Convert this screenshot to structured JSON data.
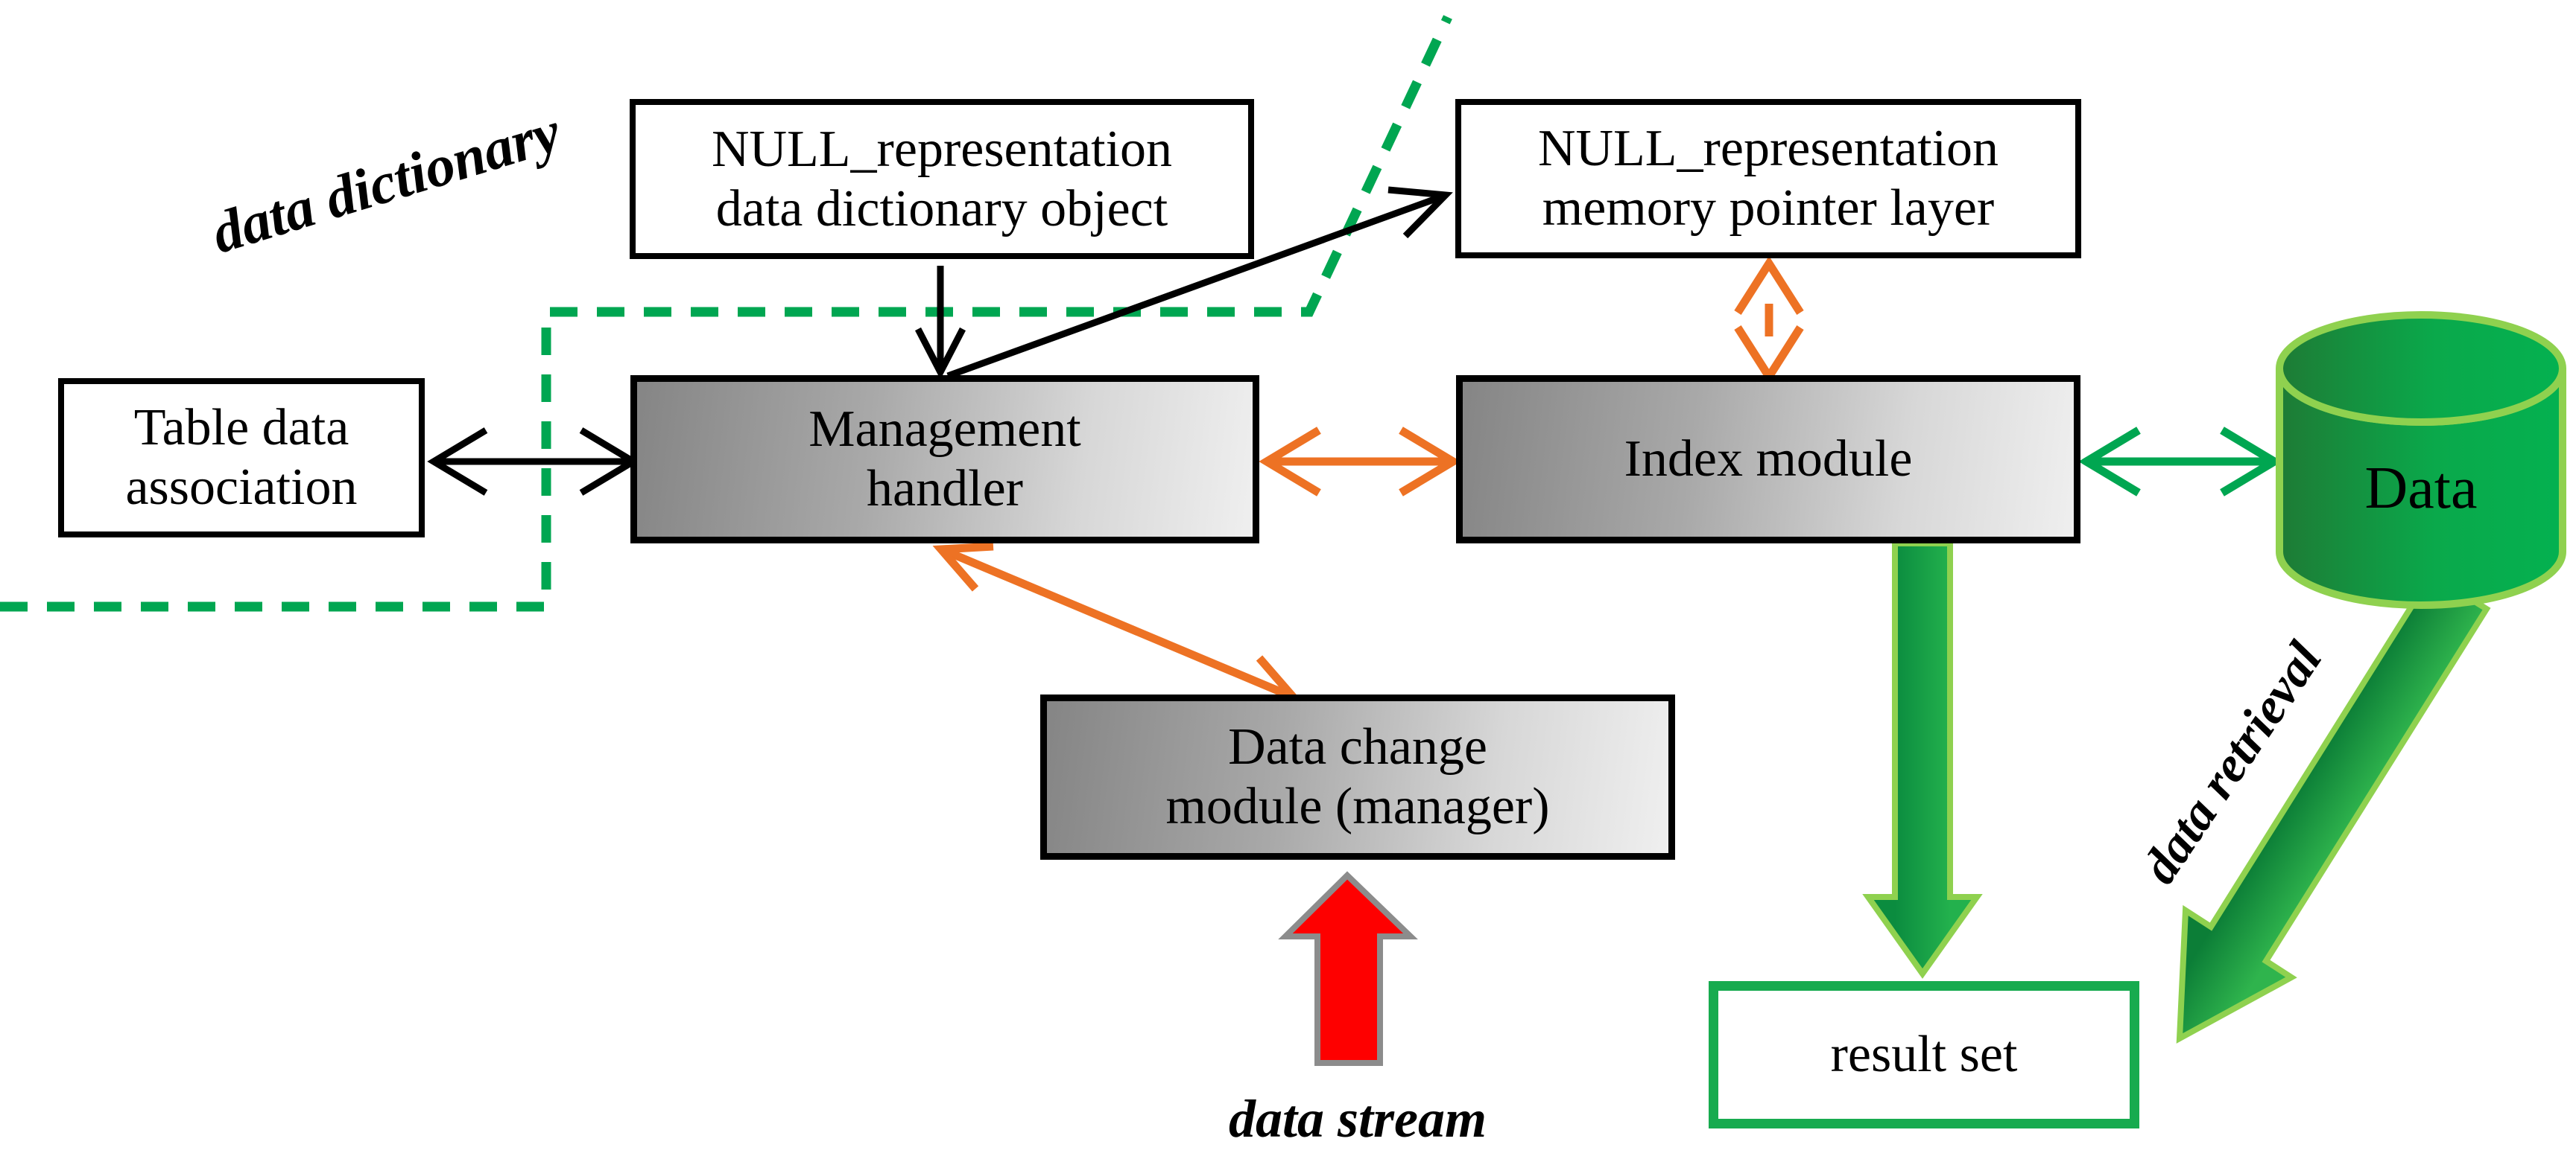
{
  "boxes": {
    "dict_object": {
      "lines": [
        "NULL_representation",
        "data dictionary object"
      ]
    },
    "memory_layer": {
      "lines": [
        "NULL_representation",
        "memory pointer layer"
      ]
    },
    "management": {
      "lines": [
        "Management",
        "handler"
      ]
    },
    "index": {
      "lines": [
        "Index module"
      ]
    },
    "table_assoc": {
      "lines": [
        "Table data",
        "association"
      ]
    },
    "data_change": {
      "lines": [
        "Data change",
        "module (manager)"
      ]
    },
    "result_set": {
      "lines": [
        "result set"
      ]
    },
    "cylinder": {
      "label": "Data"
    }
  },
  "annotations": {
    "data_dictionary": "data dictionary",
    "data_stream": "data stream",
    "data_retrieval": "data retrieval"
  },
  "colors": {
    "dashed_boundary_green": "#00A651",
    "orange_arrow": "#ED7224",
    "black_arrow": "#000000",
    "red_arrow_fill": "#FE0000",
    "red_arrow_border": "#8C8C8C",
    "block_arrow_green_dark": "#0B8C3F",
    "block_arrow_green_light": "#2FB44D",
    "green_outline": "#8FD14F",
    "result_box_border": "#17AB4F",
    "box_gradient_dark": "#858585",
    "box_gradient_light": "#EFEFEF",
    "cylinder_dark": "#1E7B35",
    "cylinder_light": "#04B150"
  }
}
